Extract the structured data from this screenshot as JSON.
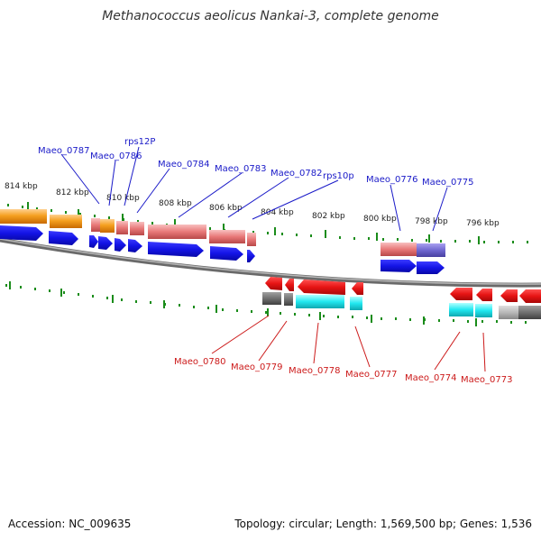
{
  "title": "Methanococcus aeolicus Nankai-3, complete genome",
  "footer": {
    "accession": "Accession: NC_009635",
    "topology": "Topology: circular; Length: 1,569,500 bp; Genes: 1,536"
  },
  "scale_ticks": [
    "814 kbp",
    "812 kbp",
    "810 kbp",
    "808 kbp",
    "806 kbp",
    "804 kbp",
    "802 kbp",
    "800 kbp",
    "798 kbp",
    "796 kbp"
  ],
  "top_labels": [
    "Maeo_0787",
    "Maeo_0786",
    "rps12P",
    "Maeo_0784",
    "Maeo_0783",
    "Maeo_0782",
    "rps10p",
    "Maeo_0776",
    "Maeo_0775"
  ],
  "bottom_labels": [
    "Maeo_0780",
    "Maeo_0779",
    "Maeo_0778",
    "Maeo_0777",
    "Maeo_0774",
    "Maeo_0773"
  ],
  "colors": {
    "forward_gene": "#1414e6",
    "reverse_gene": "#e61414",
    "rna_feature": "#e87878",
    "orange_feature": "#f08c0a",
    "cyan_feature": "#14e6ee",
    "grey_feature": "#707070",
    "tick_mark": "#1a8c1a",
    "backbone": "#808080",
    "label_top": "#1a1ac8",
    "label_bottom": "#cc1a1a"
  }
}
